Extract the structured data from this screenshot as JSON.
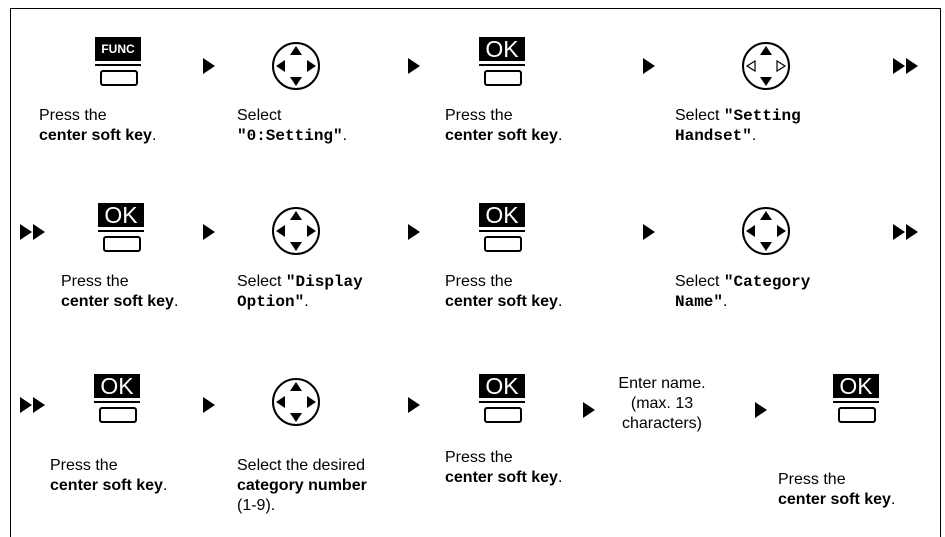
{
  "keys": {
    "func_label": "FUNC",
    "ok_label": "OK"
  },
  "row1": {
    "step1": {
      "line1": "Press the",
      "line2": "center soft key",
      "line2_suffix": "."
    },
    "step2": {
      "line1": "Select",
      "line2": "\"0:Setting\"",
      "line2_suffix": "."
    },
    "step3": {
      "line1": "Press the",
      "line2": "center soft key",
      "line2_suffix": "."
    },
    "step4": {
      "prefix": "Select ",
      "line1": "\"Setting",
      "line2": "Handset\"",
      "line2_suffix": "."
    }
  },
  "row2": {
    "step1": {
      "line1": "Press the",
      "line2": "center soft key",
      "line2_suffix": "."
    },
    "step2": {
      "prefix": "Select ",
      "line1": "\"Display",
      "line2": "Option\"",
      "line2_suffix": "."
    },
    "step3": {
      "line1": "Press the",
      "line2": "center soft key",
      "line2_suffix": "."
    },
    "step4": {
      "prefix": "Select ",
      "line1": "\"Category",
      "line2": "Name\"",
      "line2_suffix": "."
    }
  },
  "row3": {
    "step1": {
      "line1": "Press the",
      "line2": "center soft key",
      "line2_suffix": "."
    },
    "step2": {
      "line1": "Select the desired",
      "line2": "category number",
      "line3": "(1-9)."
    },
    "step3": {
      "line1": "Press the",
      "line2": "center soft key",
      "line2_suffix": "."
    },
    "step4": {
      "line1": "Enter name.",
      "line2": "(max. 13",
      "line3": "characters)"
    },
    "step5": {
      "line1": "Press the",
      "line2": "center soft key",
      "line2_suffix": "."
    }
  }
}
